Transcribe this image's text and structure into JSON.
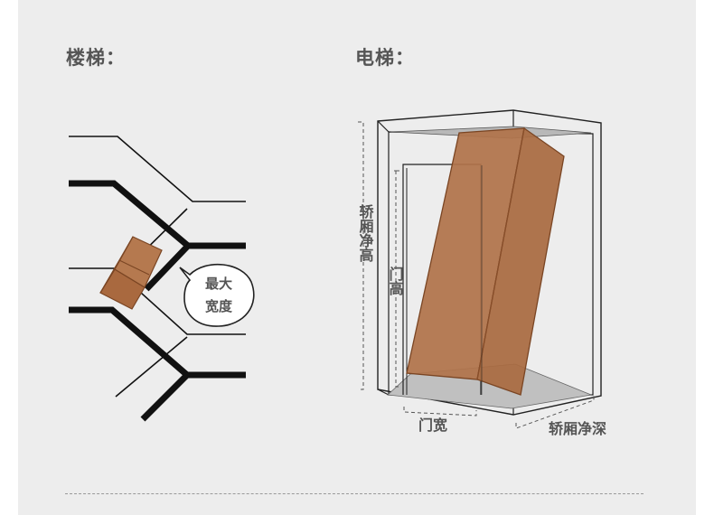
{
  "headings": {
    "stairs": "楼梯：",
    "elevator": "电梯："
  },
  "stairs": {
    "bubble_line1": "最大",
    "bubble_line2": "宽度"
  },
  "elevator": {
    "car_height_label": "轿厢净高",
    "door_height_label": "门高",
    "door_width_label": "门宽",
    "car_depth_label": "轿厢净深"
  },
  "colors": {
    "background": "#ededed",
    "box_fill": "#b0734a",
    "box_stroke": "#7a4523",
    "text": "#555555",
    "line": "#111111"
  }
}
